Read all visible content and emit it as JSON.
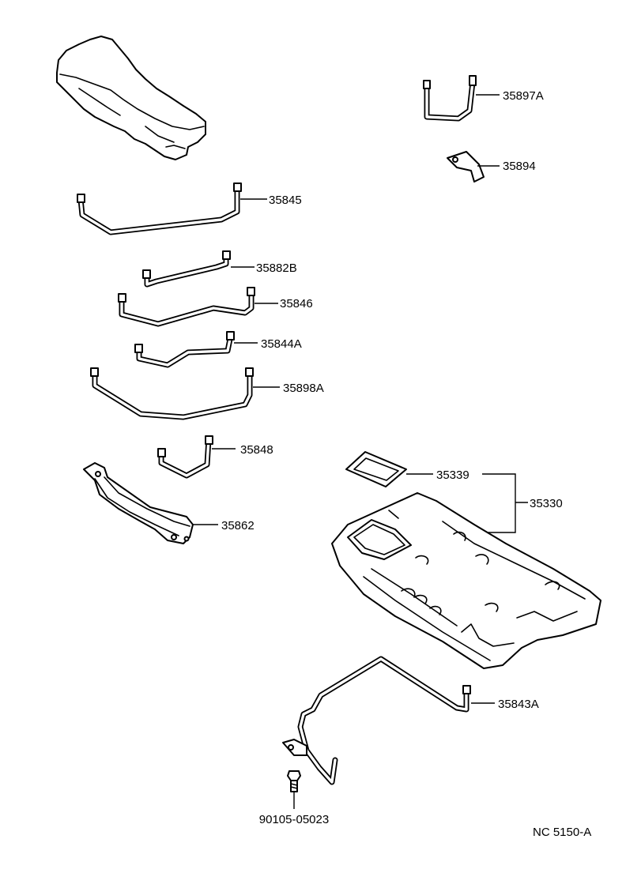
{
  "callouts": {
    "p35897a": "35897A",
    "p35894": "35894",
    "p35845": "35845",
    "p35882b": "35882B",
    "p35846": "35846",
    "p35844a": "35844A",
    "p35898a": "35898A",
    "p35848": "35848",
    "p35862": "35862",
    "p35339": "35339",
    "p35330": "35330",
    "p35843a": "35843A",
    "p90105": "90105-05023"
  },
  "diagram_code": "NC 5150-A"
}
